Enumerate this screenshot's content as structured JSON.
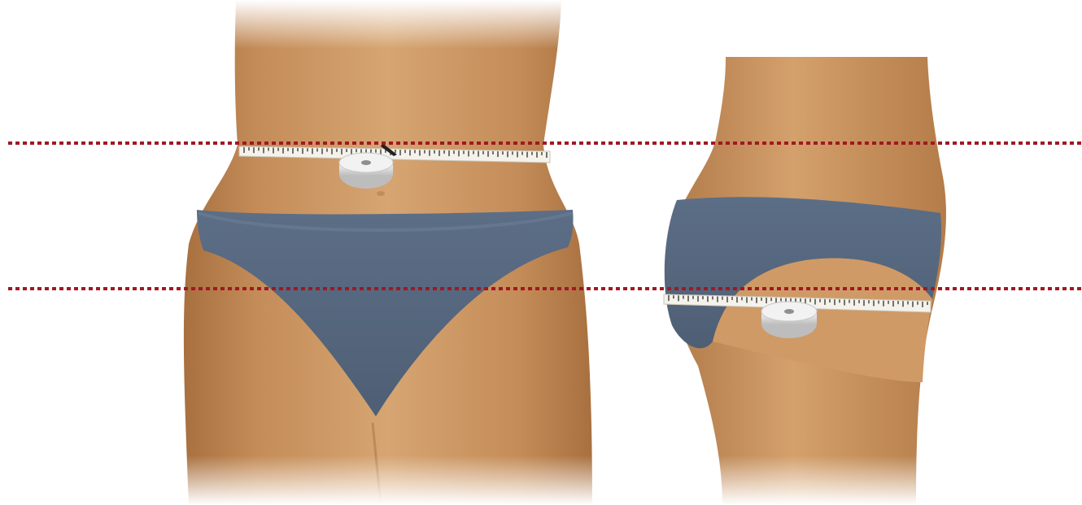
{
  "colors": {
    "background": "#ffffff",
    "skin_light": "#d4a06c",
    "skin_mid": "#c48c58",
    "skin_dark": "#a8703f",
    "garment": "#5f7188",
    "garment_dark": "#4f6076",
    "guide_line": "#a01822",
    "tape": "#f4f2ea",
    "tape_marks": "#3a3a3a",
    "tape_spool": "#e6e6e6"
  },
  "figures": {
    "front": {
      "name": "front-view-torso"
    },
    "side": {
      "name": "side-view-torso"
    }
  },
  "guides": {
    "waist": {
      "name": "waist-guide-line"
    },
    "hip": {
      "name": "hip-guide-line"
    }
  },
  "tapes": {
    "waist": {
      "name": "waist-measuring-tape"
    },
    "hip": {
      "name": "hip-measuring-tape"
    }
  }
}
